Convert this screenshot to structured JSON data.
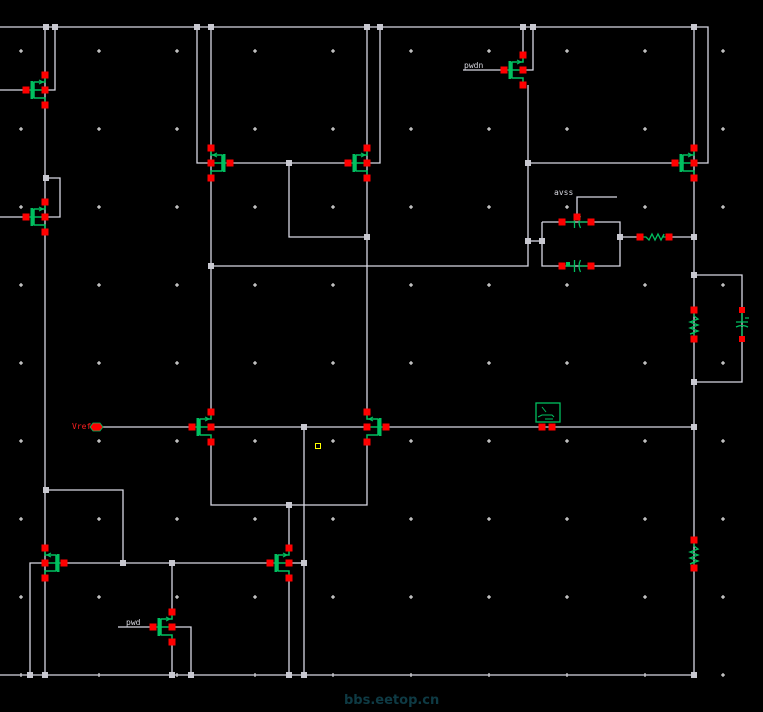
{
  "schematic": {
    "labels": {
      "pwdn": "pwdn",
      "avss": "avss",
      "vref": "Vref",
      "pwd": "pwd"
    },
    "watermark": "bbs.eetop.cn",
    "colors": {
      "background": "#000000",
      "wire": "#d8d8e4",
      "device": "#00c060",
      "pin": "#ff0000",
      "grid_dot": "#ffffff",
      "selection": "#ffff00",
      "vref_label": "#ff2020"
    }
  }
}
